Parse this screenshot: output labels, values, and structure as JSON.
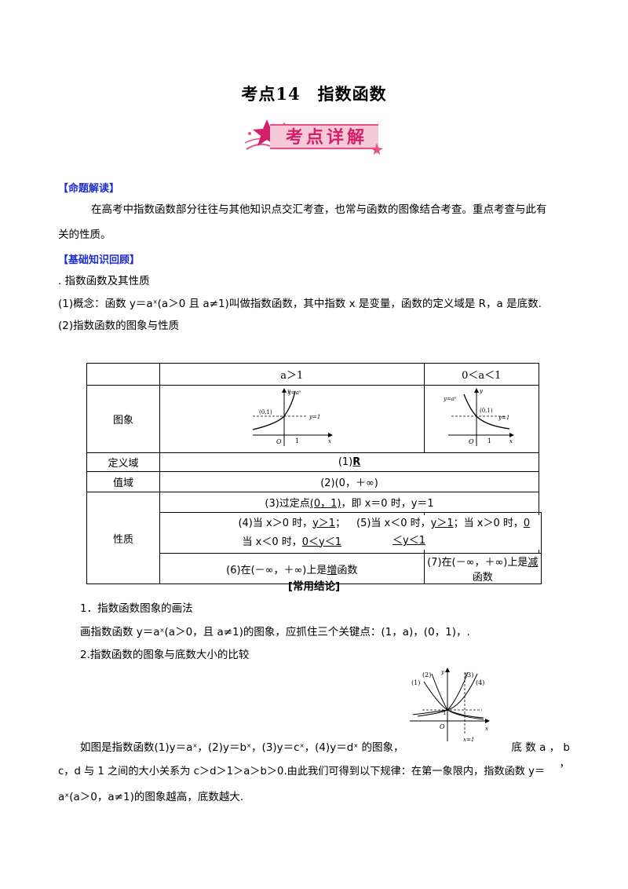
{
  "title": "考点14　指数函数",
  "banner": {
    "text": "考点详解"
  },
  "sections": {
    "reading": {
      "header": "【命题解读】",
      "line1": "在高考中指数函数部分往往与其他知识点交汇考查，也常与函数的图像结合考查。重点考查与此有",
      "line2": "关的性质。"
    },
    "review": {
      "header": "【基础知识回顾】",
      "item_title": ". 指数函数及其性质",
      "concept": "(1)概念：函数 y＝aˣ(a＞0 且 a≠1)叫做指数函数，其中指数 x 是变量，函数的定义域是 R，a 是底数.",
      "graph_title": "(2)指数函数的图象与性质"
    }
  },
  "table": {
    "header_a_gt_1": "a＞1",
    "header_a_between": "0＜a＜1",
    "row_graph": "图象",
    "row_domain": "定义域",
    "domain_prefix": "(1)",
    "domain_value": "R",
    "row_range": "值域",
    "range_value": "(2)(0，＋∞)",
    "row_props": "性质",
    "fixed_point_pre": "(3)过定点",
    "fixed_point_val": "(0，1)",
    "fixed_point_post": "，即 x＝0 时，y＝1",
    "prop4_line1_pre": "(4)当 x＞0 时，",
    "prop4_line1_val": "y＞1",
    "prop4_line1_post": "；",
    "prop4_line2_pre": "当 x＜0 时，",
    "prop4_line2_val": "0＜y＜1",
    "prop5_line1_pre": "(5)当 x＜0 时，",
    "prop5_line1_val1": "y＞1",
    "prop5_line1_mid": "；当 x＞0 时，",
    "prop5_line1_val2": "0",
    "prop5_line2_val": "＜y＜1",
    "prop6_pre": "(6)在(－∞，＋∞)上是",
    "prop6_val": "增",
    "prop6_post": "函数",
    "prop7_pre": "(7)在(－∞，＋∞)上是",
    "prop7_val": "减",
    "prop7_post": "函数",
    "graph_left": {
      "curve": "y=aˣ",
      "point": "(0,1)",
      "hline": "y=1",
      "origin": "O",
      "one": "1",
      "xlab": "x",
      "ylab": "y"
    },
    "graph_right": {
      "curve": "y=aˣ",
      "point": "(0,1)",
      "hline": "y=1",
      "origin": "O",
      "one": "1",
      "xlab": "x",
      "ylab": "y"
    }
  },
  "conclusion": {
    "header": "[常用结论]",
    "c1_title": "1．指数函数图象的画法",
    "c1_text": "画指数函数 y＝aˣ(a＞0，且 a≠1)的图象，应抓住三个关键点：(1，a)，(0，1)，.",
    "c2_title": "2.指数函数的图象与底数大小的比较",
    "c2_line1_left": "如图是指数函数(1)y＝aˣ，(2)y＝bˣ，(3)y＝cˣ，(4)y＝dˣ 的图象，",
    "c2_line1_right": "底 数 a ， b ，",
    "c2_line2": "c，d 与 1 之间的大小关系为 c＞d＞1＞a＞b＞0.由此我们可得到以下规律：在第一象限内，指数函数 y＝",
    "c2_line3": "aˣ(a＞0，a≠1)的图象越高，底数越大."
  },
  "figure": {
    "l1": "(1)",
    "l2": "(2)",
    "l3": "(3)",
    "l4": "(4)",
    "origin": "O",
    "one": "1",
    "xlab": "x",
    "ylab": "y",
    "vline": "x=1"
  },
  "colors": {
    "section": "#1f2dcc",
    "banner": "#d4206b",
    "banner_bg": "#f6c9d8"
  }
}
